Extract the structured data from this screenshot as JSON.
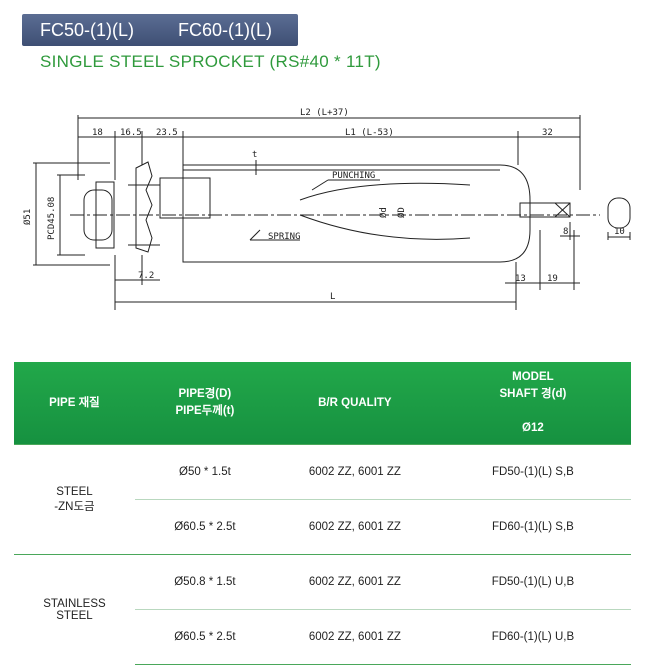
{
  "header": {
    "model_1": "FC50-(1)(L)",
    "model_2": "FC60-(1)(L)",
    "subtitle": "SINGLE STEEL SPROCKET (RS#40 * 11T)"
  },
  "drawing": {
    "dim_l2": "L2 (L+37)",
    "dim_l1": "L1 (L-53)",
    "dim_18": "18",
    "dim_16_5": "16.5",
    "dim_23_5": "23.5",
    "dim_32": "32",
    "dim_t": "t",
    "dim_d51": "Ø51",
    "dim_pcd": "PCD45.08",
    "label_punching": "PUNCHING",
    "label_spring": "SPRING",
    "dim_d": "Ød",
    "dim_D": "ØD",
    "dim_7_2": "7.2",
    "dim_13": "13",
    "dim_19": "19",
    "dim_8": "8",
    "dim_10": "10",
    "dim_L": "L"
  },
  "table": {
    "headers": {
      "pipe_material": "PIPE 재질",
      "pipe_dia": "PIPE경(D)",
      "pipe_thk": "PIPE두께(t)",
      "quality": "B/R QUALITY",
      "model": "MODEL",
      "shaft": "SHAFT 경(d)",
      "shaft_val": "Ø12"
    },
    "groups": [
      {
        "material_line1": "STEEL",
        "material_line2": "-ZN도금",
        "rows": [
          {
            "pipe": "Ø50 * 1.5t",
            "quality": "6002 ZZ, 6001 ZZ",
            "model": "FD50-(1)(L) S,B"
          },
          {
            "pipe": "Ø60.5 * 2.5t",
            "quality": "6002 ZZ, 6001 ZZ",
            "model": "FD60-(1)(L) S,B"
          }
        ]
      },
      {
        "material_line1": "STAINLESS",
        "material_line2": "STEEL",
        "rows": [
          {
            "pipe": "Ø50.8 * 1.5t",
            "quality": "6002 ZZ, 6001 ZZ",
            "model": "FD50-(1)(L) U,B"
          },
          {
            "pipe": "Ø60.5 * 2.5t",
            "quality": "6002 ZZ, 6001 ZZ",
            "model": "FD60-(1)(L) U,B"
          }
        ]
      }
    ]
  }
}
